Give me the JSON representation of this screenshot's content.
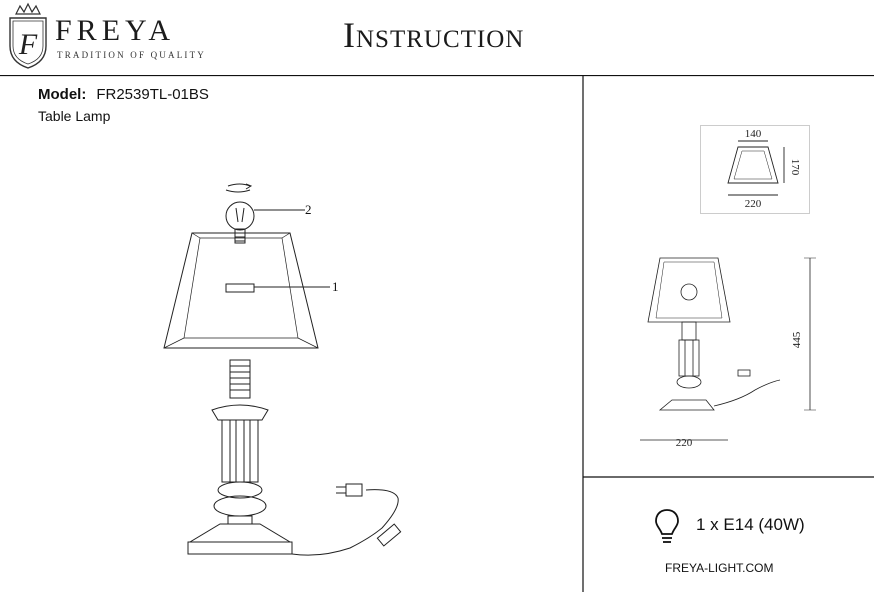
{
  "brand": {
    "name": "FREYA",
    "tagline": "TRADITION OF QUALITY",
    "emblem_letter": "F"
  },
  "document": {
    "title": "Instruction"
  },
  "product": {
    "model_label": "Model:",
    "model_number": "FR2539TL-01BS",
    "type": "Table Lamp"
  },
  "callouts": {
    "shade": "1",
    "bulb": "2"
  },
  "shade_dimensions": {
    "top_width": "140",
    "height": "170",
    "bottom_width": "220"
  },
  "lamp_dimensions": {
    "height": "445",
    "base_width": "220"
  },
  "bulb": {
    "spec": "1 x E14 (40W)",
    "icon": "lightbulb-icon"
  },
  "website": "FREYA-LIGHT.COM"
}
